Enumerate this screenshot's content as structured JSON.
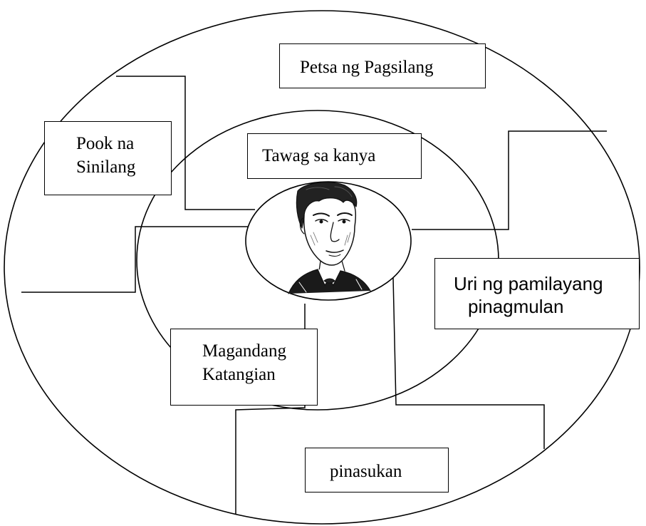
{
  "labels": {
    "petsa": "Petsa ng Pagsilang",
    "tawag": "Tawag sa kanya",
    "pook_line1": "Pook na",
    "pook_line2": "Sinilang",
    "uri_line1": "Uri ng pamilayang",
    "uri_line2": "pinagmulan",
    "magandang_line1": "Magandang",
    "magandang_line2": "Katangian",
    "pinasukan": "pinasukan"
  },
  "colors": {
    "stroke": "#000000",
    "background": "#ffffff"
  },
  "center_image": "portrait-sketch-of-man"
}
